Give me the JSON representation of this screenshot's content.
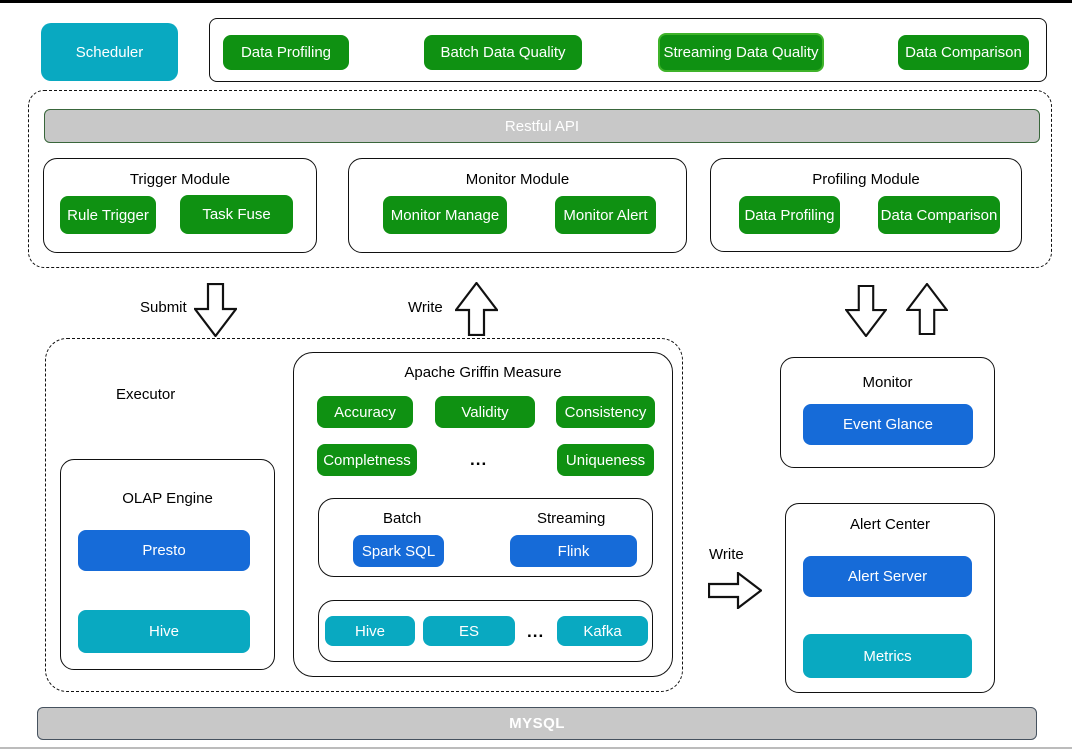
{
  "colors": {
    "green": "#0f9112",
    "teal": "#09a9c1",
    "blue": "#166bd8",
    "gray": "#c8c8c8",
    "highlight_green": "#3fb32a"
  },
  "scheduler": {
    "label": "Scheduler"
  },
  "top_bar": {
    "items": [
      {
        "label": "Data Profiling"
      },
      {
        "label": "Batch Data Quality"
      },
      {
        "label": "Streaming Data Quality"
      },
      {
        "label": "Data Comparison"
      }
    ]
  },
  "api_layer": {
    "restful_api_label": "Restful API",
    "modules": [
      {
        "title": "Trigger Module",
        "buttons": [
          {
            "label": "Rule Trigger"
          },
          {
            "label": "Task Fuse"
          }
        ]
      },
      {
        "title": "Monitor Module",
        "buttons": [
          {
            "label": "Monitor Manage"
          },
          {
            "label": "Monitor Alert"
          }
        ]
      },
      {
        "title": "Profiling Module",
        "buttons": [
          {
            "label": "Data Profiling"
          },
          {
            "label": "Data Comparison"
          }
        ]
      }
    ]
  },
  "flow": {
    "submit_label": "Submit",
    "write_up_label": "Write",
    "write_right_label": "Write"
  },
  "executor": {
    "title": "Executor",
    "olap": {
      "title": "OLAP Engine",
      "engines": [
        {
          "label": "Presto"
        },
        {
          "label": "Hive"
        }
      ]
    },
    "measure": {
      "title": "Apache Griffin Measure",
      "dimensions_row1": [
        {
          "label": "Accuracy"
        },
        {
          "label": "Validity"
        },
        {
          "label": "Consistency"
        }
      ],
      "dimensions_row2": [
        {
          "label": "Completness"
        },
        {
          "label": "Uniqueness"
        }
      ],
      "ellipsis": "...",
      "engines": {
        "batch_label": "Batch",
        "streaming_label": "Streaming",
        "batch_engine": "Spark SQL",
        "streaming_engine": "Flink"
      },
      "sources": [
        {
          "label": "Hive"
        },
        {
          "label": "ES"
        },
        {
          "label": "Kafka"
        }
      ],
      "sources_ellipsis": "..."
    }
  },
  "monitor": {
    "title": "Monitor",
    "button": "Event Glance"
  },
  "alert_center": {
    "title": "Alert Center",
    "buttons": [
      {
        "label": "Alert Server"
      },
      {
        "label": "Metrics"
      }
    ]
  },
  "mysql_label": "MYSQL"
}
